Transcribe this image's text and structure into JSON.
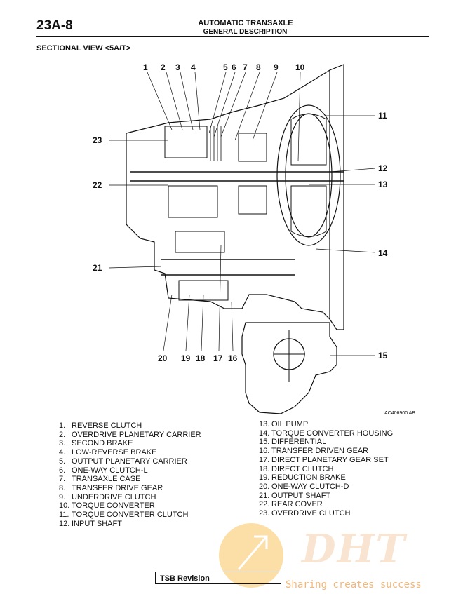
{
  "header": {
    "page_number": "23A-8",
    "title": "AUTOMATIC TRANSAXLE",
    "subtitle": "GENERAL DESCRIPTION"
  },
  "section_title": "SECTIONAL VIEW <5A/T>",
  "figure_ref": "AC406900 AB",
  "callouts": [
    "1",
    "2",
    "3",
    "4",
    "5",
    "6",
    "7",
    "8",
    "9",
    "10",
    "11",
    "12",
    "13",
    "14",
    "15",
    "16",
    "17",
    "18",
    "19",
    "20",
    "21",
    "22",
    "23"
  ],
  "legend_left": [
    {
      "num": "1.",
      "label": "REVERSE CLUTCH"
    },
    {
      "num": "2.",
      "label": "OVERDRIVE PLANETARY CARRIER"
    },
    {
      "num": "3.",
      "label": "SECOND BRAKE"
    },
    {
      "num": "4.",
      "label": "LOW-REVERSE BRAKE"
    },
    {
      "num": "5.",
      "label": "OUTPUT PLANETARY CARRIER"
    },
    {
      "num": "6.",
      "label": "ONE-WAY CLUTCH-L"
    },
    {
      "num": "7.",
      "label": "TRANSAXLE CASE"
    },
    {
      "num": "8.",
      "label": "TRANSFER DRIVE GEAR"
    },
    {
      "num": "9.",
      "label": "UNDERDRIVE CLUTCH"
    },
    {
      "num": "10.",
      "label": "TORQUE CONVERTER"
    },
    {
      "num": "11.",
      "label": "TORQUE CONVERTER CLUTCH"
    },
    {
      "num": "12.",
      "label": "INPUT SHAFT"
    }
  ],
  "legend_right": [
    {
      "num": "13.",
      "label": "OIL PUMP"
    },
    {
      "num": "14.",
      "label": "TORQUE CONVERTER HOUSING"
    },
    {
      "num": "15.",
      "label": "DIFFERENTIAL"
    },
    {
      "num": "16.",
      "label": "TRANSFER DRIVEN GEAR"
    },
    {
      "num": "17.",
      "label": "DIRECT PLANETARY GEAR SET"
    },
    {
      "num": "18.",
      "label": "DIRECT CLUTCH"
    },
    {
      "num": "19.",
      "label": "REDUCTION BRAKE"
    },
    {
      "num": "20.",
      "label": "ONE-WAY CLUTCH-D"
    },
    {
      "num": "21.",
      "label": "OUTPUT SHAFT"
    },
    {
      "num": "22.",
      "label": "REAR COVER"
    },
    {
      "num": "23.",
      "label": "OVERDRIVE CLUTCH"
    }
  ],
  "footer": {
    "tsb_label": "TSB Revision",
    "watermark_logo": "DHT",
    "watermark_text": "Sharing creates success"
  }
}
